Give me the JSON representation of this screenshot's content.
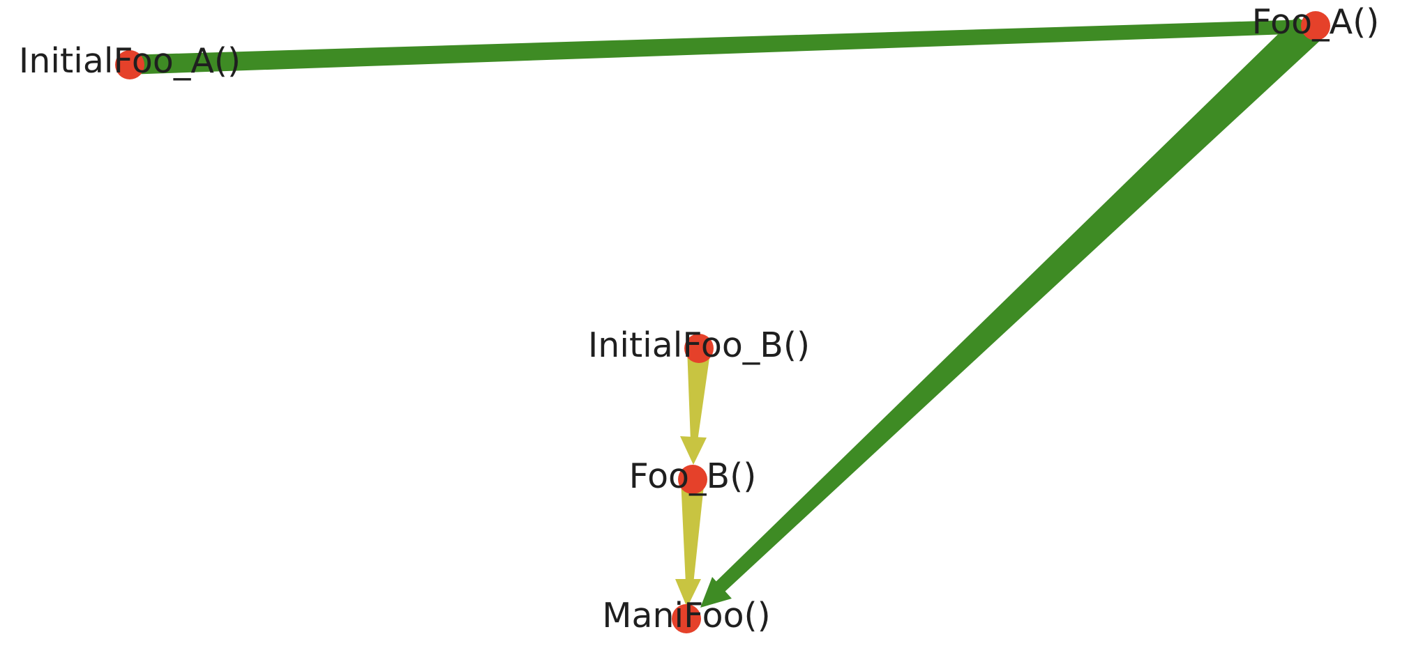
{
  "colors": {
    "background": "#ffffff",
    "node": "#e5412a",
    "edge_green": "#3e8b24",
    "edge_yellow": "#c8c441",
    "label": "#1f1f1f"
  },
  "nodes": [
    {
      "id": "initialfoo_a",
      "label": "InitialFoo_A()"
    },
    {
      "id": "foo_a",
      "label": "Foo_A()"
    },
    {
      "id": "initialfoo_b",
      "label": "InitialFoo_B()"
    },
    {
      "id": "foo_b",
      "label": "Foo_B()"
    },
    {
      "id": "manifoo",
      "label": "ManiFoo()"
    }
  ],
  "edges": [
    {
      "from": "initialfoo_a",
      "to": "foo_a",
      "color": "#3e8b24"
    },
    {
      "from": "foo_a",
      "to": "manifoo",
      "color": "#3e8b24"
    },
    {
      "from": "initialfoo_b",
      "to": "foo_b",
      "color": "#c8c441"
    },
    {
      "from": "foo_b",
      "to": "manifoo",
      "color": "#c8c441"
    }
  ]
}
